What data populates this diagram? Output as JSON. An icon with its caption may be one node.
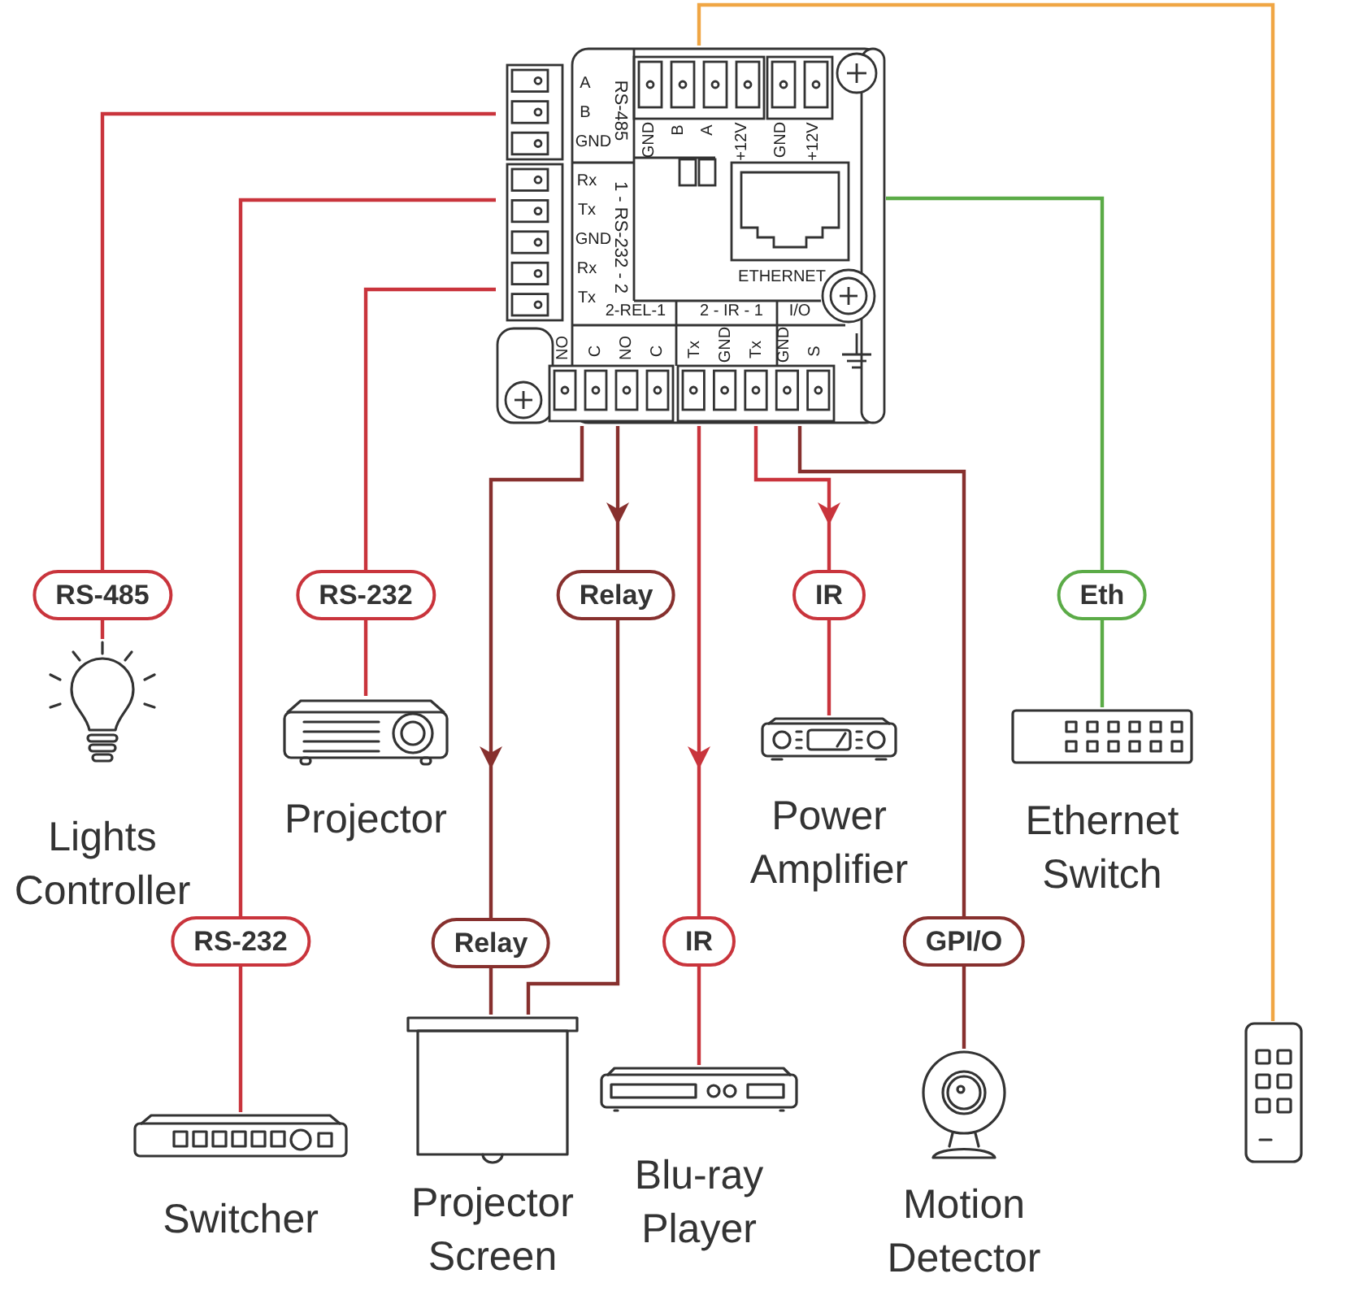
{
  "diagram": {
    "nodes": [
      {
        "text": [],
        "shape": "picture"
      },
      {
        "text": [
          "Lights Controller"
        ]
      },
      {
        "text": [
          "Projector"
        ]
      },
      {
        "text": [
          "Power Amplifier"
        ]
      },
      {
        "text": [
          "Ethernet Switch"
        ]
      },
      {
        "text": [
          "Switcher"
        ]
      },
      {
        "text": [
          "Projector Screen"
        ]
      },
      {
        "text": [
          "Blu-ray Player"
        ]
      },
      {
        "text": [
          "Motion Detector"
        ]
      },
      {
        "text": [],
        "shape": "picture"
      }
    ],
    "edges": [
      {
        "from": 0,
        "to": 1,
        "arrow": "none",
        "label": "RS-485"
      },
      {
        "from": 0,
        "to": 2,
        "arrow": "none",
        "label": "RS-232"
      },
      {
        "from": 0,
        "to": 5,
        "arrow": "none",
        "label": "RS-232"
      },
      {
        "from": 0,
        "to": 6,
        "arrow": "to",
        "label": "Relay",
        "color": "#87302e"
      },
      {
        "from": 0,
        "to": 6,
        "arrow": "to",
        "label": "Relay",
        "color": "#87302e"
      },
      {
        "from": 0,
        "to": 7,
        "arrow": "to",
        "label": "IR"
      },
      {
        "from": 0,
        "to": 3,
        "arrow": "to",
        "label": "IR"
      },
      {
        "from": 0,
        "to": 8,
        "arrow": "none",
        "label": "GPI/O",
        "color": "#87302e"
      },
      {
        "from": 0,
        "to": 4,
        "arrow": "none",
        "label": "Eth",
        "color": "#5bab47"
      },
      {
        "from": 0,
        "to": 9,
        "arrow": "none",
        "color": "#f0a644"
      }
    ],
    "labels": [
      "A",
      "B",
      "GND",
      "RS-485",
      "GND",
      "B",
      "A",
      "+12V",
      "GND",
      "+12V",
      "Rx",
      "Tx",
      "GND",
      "Rx",
      "Tx",
      "1 - RS-232 - 2",
      "ETHERNET",
      "2-REL-1",
      "2 - IR - 1",
      "I/O",
      "NO",
      "C",
      "NO",
      "C",
      "Tx",
      "GND",
      "Tx",
      "GND",
      "S"
    ]
  }
}
